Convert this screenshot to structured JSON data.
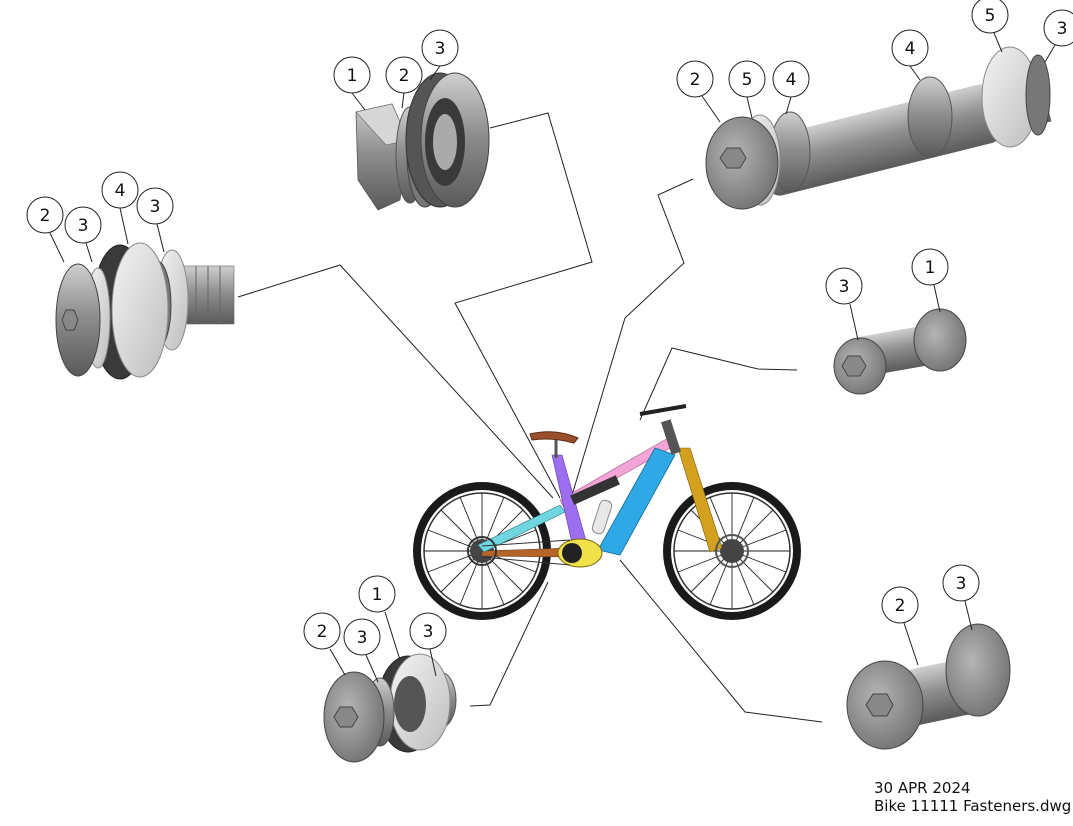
{
  "drawing": {
    "date": "30 APR 2024",
    "filename": "Bike 11111 Fasteners.dwg"
  },
  "assemblies": [
    {
      "name": "top-center-bearing-stack",
      "balloons": [
        "1",
        "2",
        "3"
      ]
    },
    {
      "name": "top-right-long-axle",
      "balloons": [
        "2",
        "5",
        "4",
        "4",
        "5",
        "3"
      ]
    },
    {
      "name": "left-bearing-stack",
      "balloons": [
        "2",
        "3",
        "4",
        "3"
      ]
    },
    {
      "name": "mid-right-short-bolt",
      "balloons": [
        "3",
        "1"
      ]
    },
    {
      "name": "bottom-left-bearing-stack",
      "balloons": [
        "1",
        "2",
        "3",
        "3"
      ]
    },
    {
      "name": "bottom-right-bolt",
      "balloons": [
        "2",
        "3"
      ]
    }
  ],
  "colors": {
    "metal_dark": "#6b6b6b",
    "metal_mid": "#9a9a9a",
    "metal_light": "#cfcfcf",
    "washer": "#e6e6e6",
    "frame_pink": "#f2a5d6",
    "frame_blue": "#2ea9e6",
    "frame_cyan": "#6fd6e0",
    "frame_purple": "#9d6ff0",
    "fork_gold": "#d4a11e",
    "saddle_brown": "#9a4f2c",
    "chainstay_brown": "#b5652a",
    "motor_yellow": "#f0e14a",
    "tire_black": "#1a1a1a"
  }
}
